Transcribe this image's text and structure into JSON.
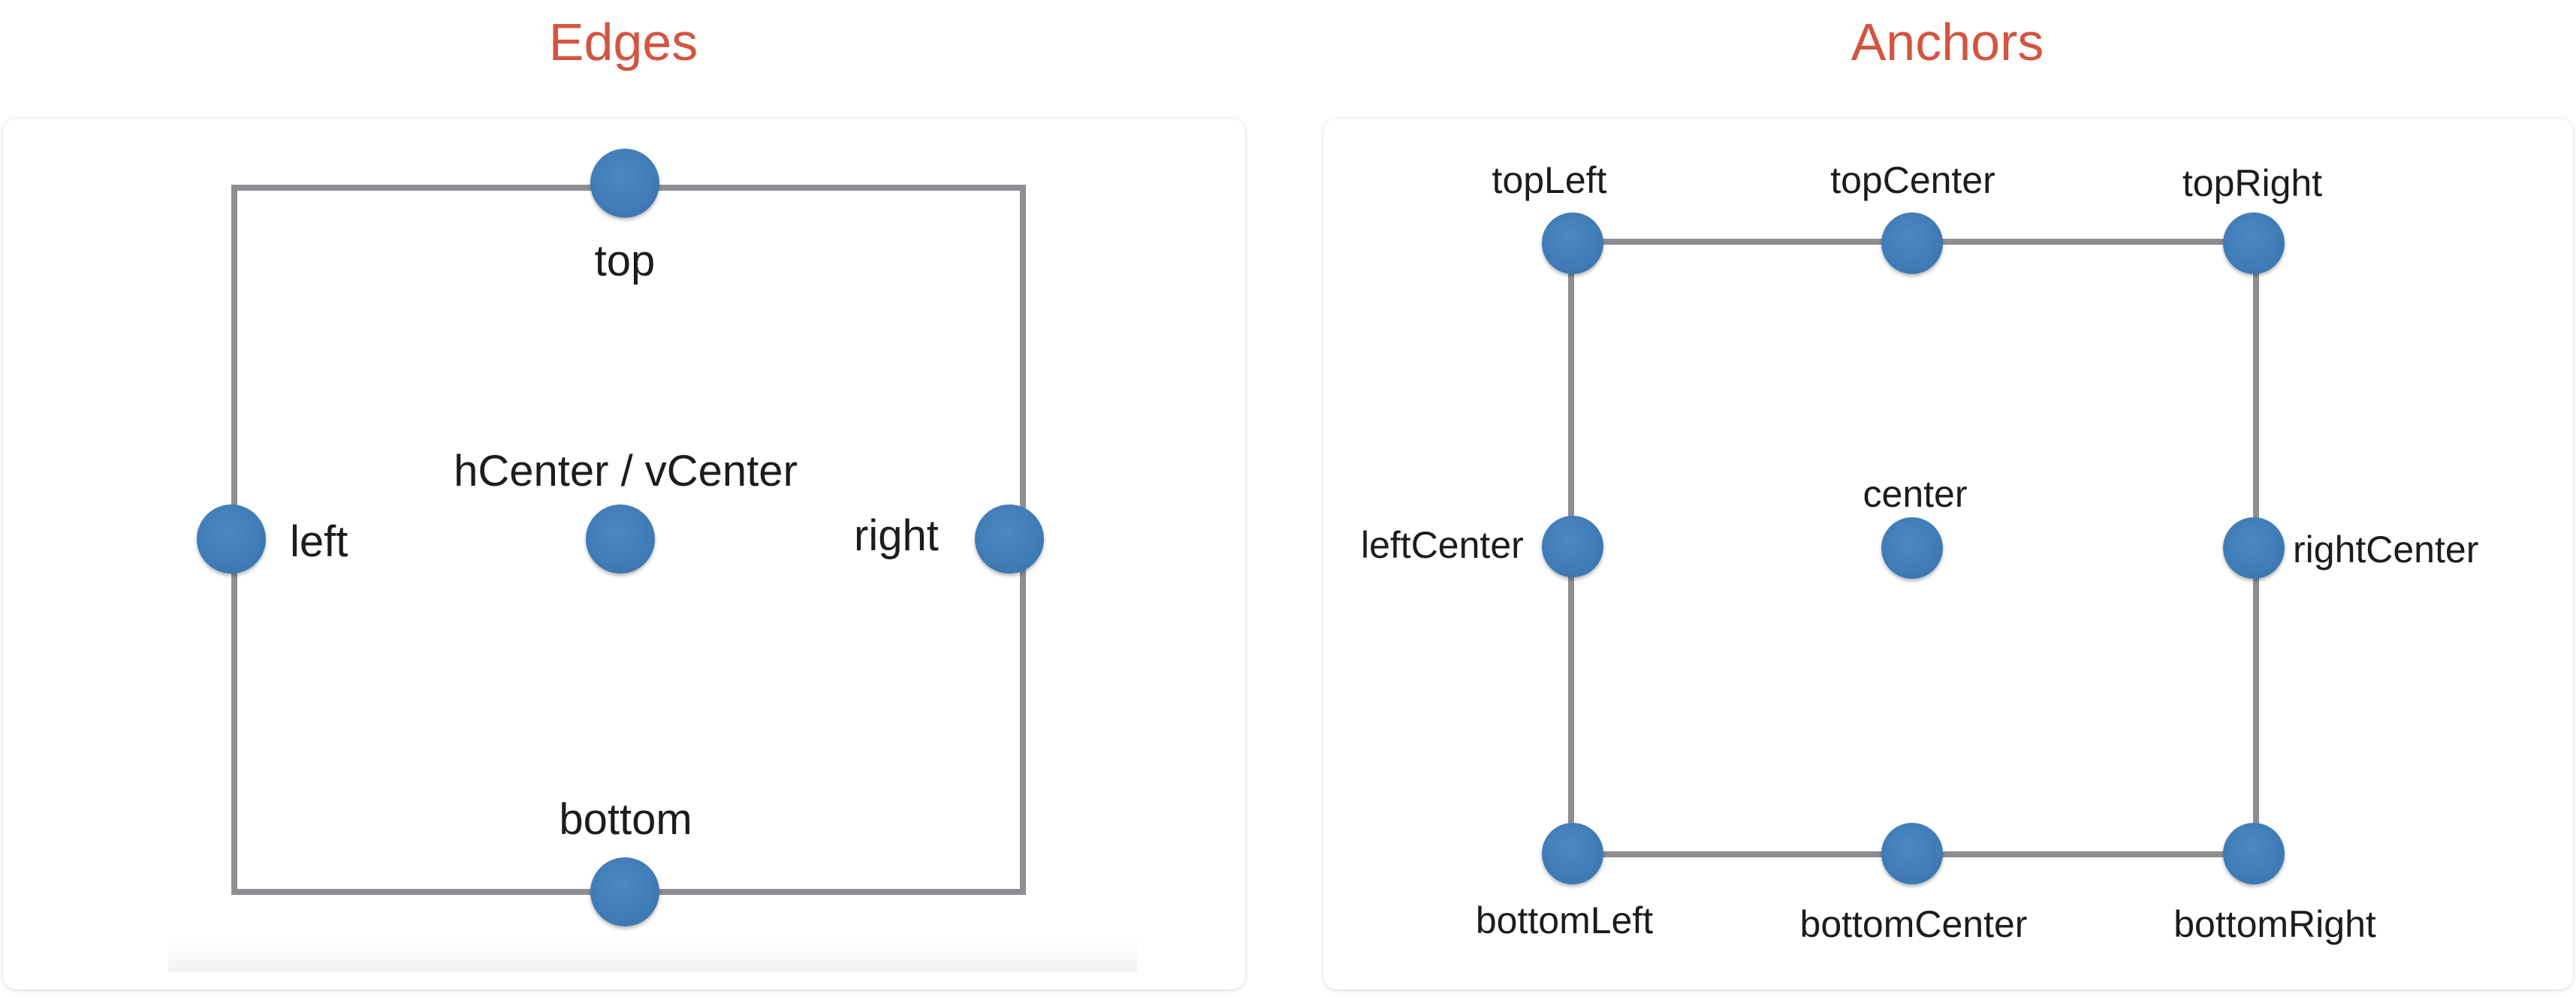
{
  "accent_color": "#d35440",
  "dot_color": "#3f7bb6",
  "frame_color": "#8e8e93",
  "edges": {
    "title": "Edges",
    "labels": {
      "top": "top",
      "left": "left",
      "center": "hCenter / vCenter",
      "right": "right",
      "bottom": "bottom"
    }
  },
  "anchors": {
    "title": "Anchors",
    "labels": {
      "topLeft": "topLeft",
      "topCenter": "topCenter",
      "topRight": "topRight",
      "leftCenter": "leftCenter",
      "center": "center",
      "rightCenter": "rightCenter",
      "bottomLeft": "bottomLeft",
      "bottomCenter": "bottomCenter",
      "bottomRight": "bottomRight"
    }
  }
}
